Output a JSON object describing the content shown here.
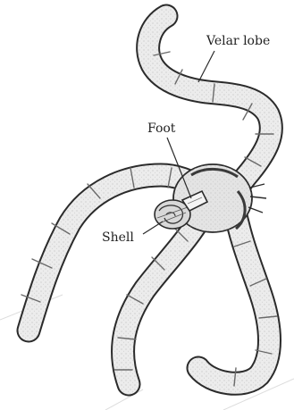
{
  "labels": {
    "velar_lobe": "Velar lobe",
    "foot": "Foot",
    "shell": "Shell"
  },
  "colors": {
    "ink": "#2b2b2b",
    "lobe_fill": "#ececec",
    "lobe_stipple": "#9a9a9a",
    "shell_fill": "#d8d8d8",
    "background": "#ffffff",
    "page_ghost": "#d9d9d9"
  }
}
